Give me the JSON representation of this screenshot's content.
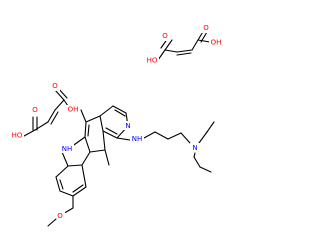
{
  "structure": {
    "maleic_acid_upper": {
      "oh_left": "HO",
      "oh_right": "OH",
      "o_left": "O",
      "o_right": "O"
    },
    "maleic_acid_lower": {
      "oh_left": "HO",
      "oh_right": "OH",
      "o_left": "O",
      "o_right": "O"
    },
    "main_molecule": {
      "pyridine_n": "N",
      "indole_nh": "NH",
      "amine_nh": "NH",
      "tertiary_n": "N",
      "methoxy_o": "O"
    }
  },
  "colors": {
    "bond": "#000000",
    "oxygen": "#ff0000",
    "nitrogen": "#0000ff",
    "hetero_h": "#000000"
  }
}
